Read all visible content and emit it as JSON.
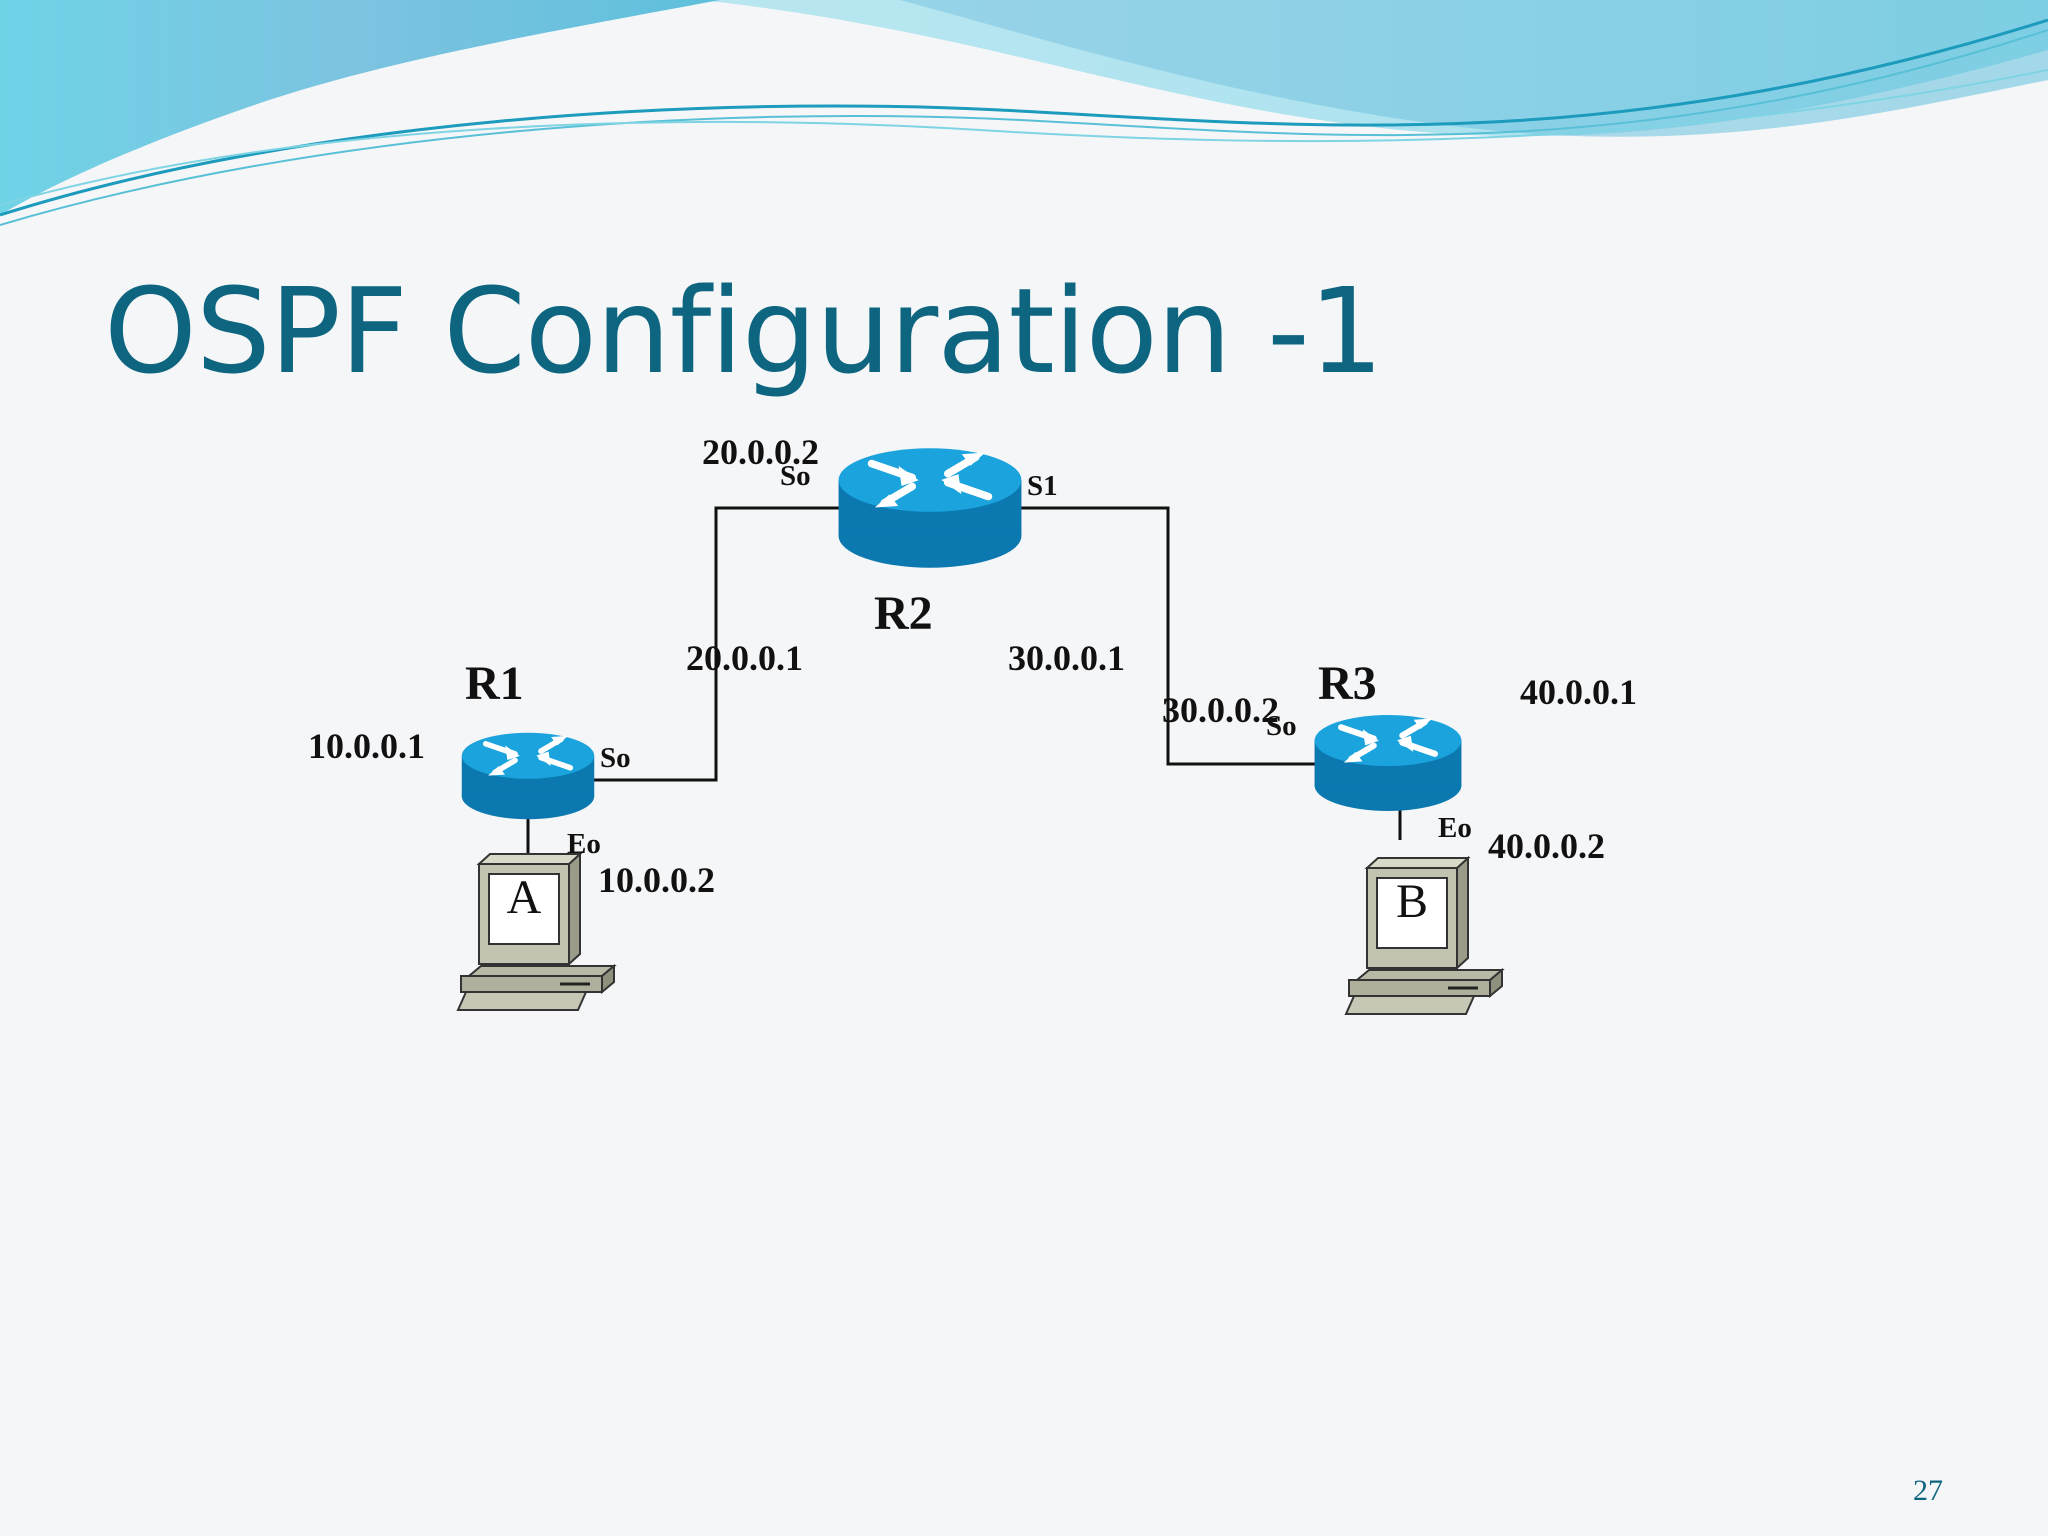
{
  "slide": {
    "title": "OSPF Configuration -1",
    "page_number": "27"
  },
  "routers": {
    "r1": {
      "name": "R1",
      "s0_label": "So",
      "e0_label": "Eo",
      "s0_ip": "20.0.0.1",
      "e0_ip": "10.0.0.1"
    },
    "r2": {
      "name": "R2",
      "s0_label": "So",
      "s1_label": "S1",
      "s0_ip": "20.0.0.2",
      "s1_ip": "30.0.0.1"
    },
    "r3": {
      "name": "R3",
      "s0_label": "So",
      "e0_label": "Eo",
      "s0_ip": "30.0.0.2",
      "e0_ip": "40.0.0.1"
    }
  },
  "hosts": {
    "a": {
      "name": "A",
      "ip": "10.0.0.2"
    },
    "b": {
      "name": "B",
      "ip": "40.0.0.2"
    }
  },
  "colors": {
    "title": "#0e6580",
    "router_top": "#1aa3dc",
    "router_side": "#0b78b0",
    "wave_light": "#8fd6e8",
    "wave_dark": "#2aa8c8"
  }
}
